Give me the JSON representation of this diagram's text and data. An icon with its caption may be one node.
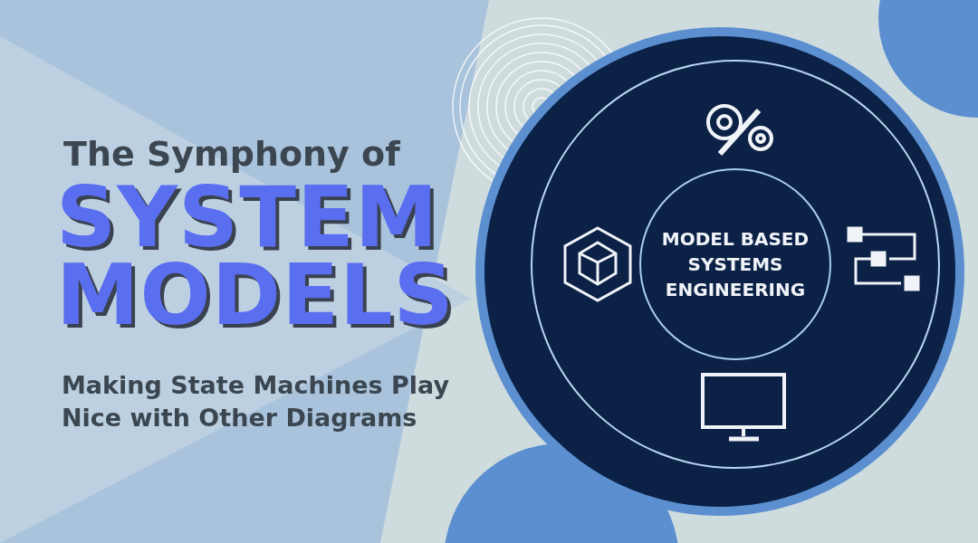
{
  "diagram": {
    "title": "SYSTEM MODELS",
    "nodes": [
      {
        "text": [
          "MODEL BASED SYSTEMS ENGINEERING"
        ]
      }
    ],
    "edges": [],
    "labels": [
      "The Symphony of",
      "Making State Machines Play Nice with Other Diagrams"
    ]
  }
}
